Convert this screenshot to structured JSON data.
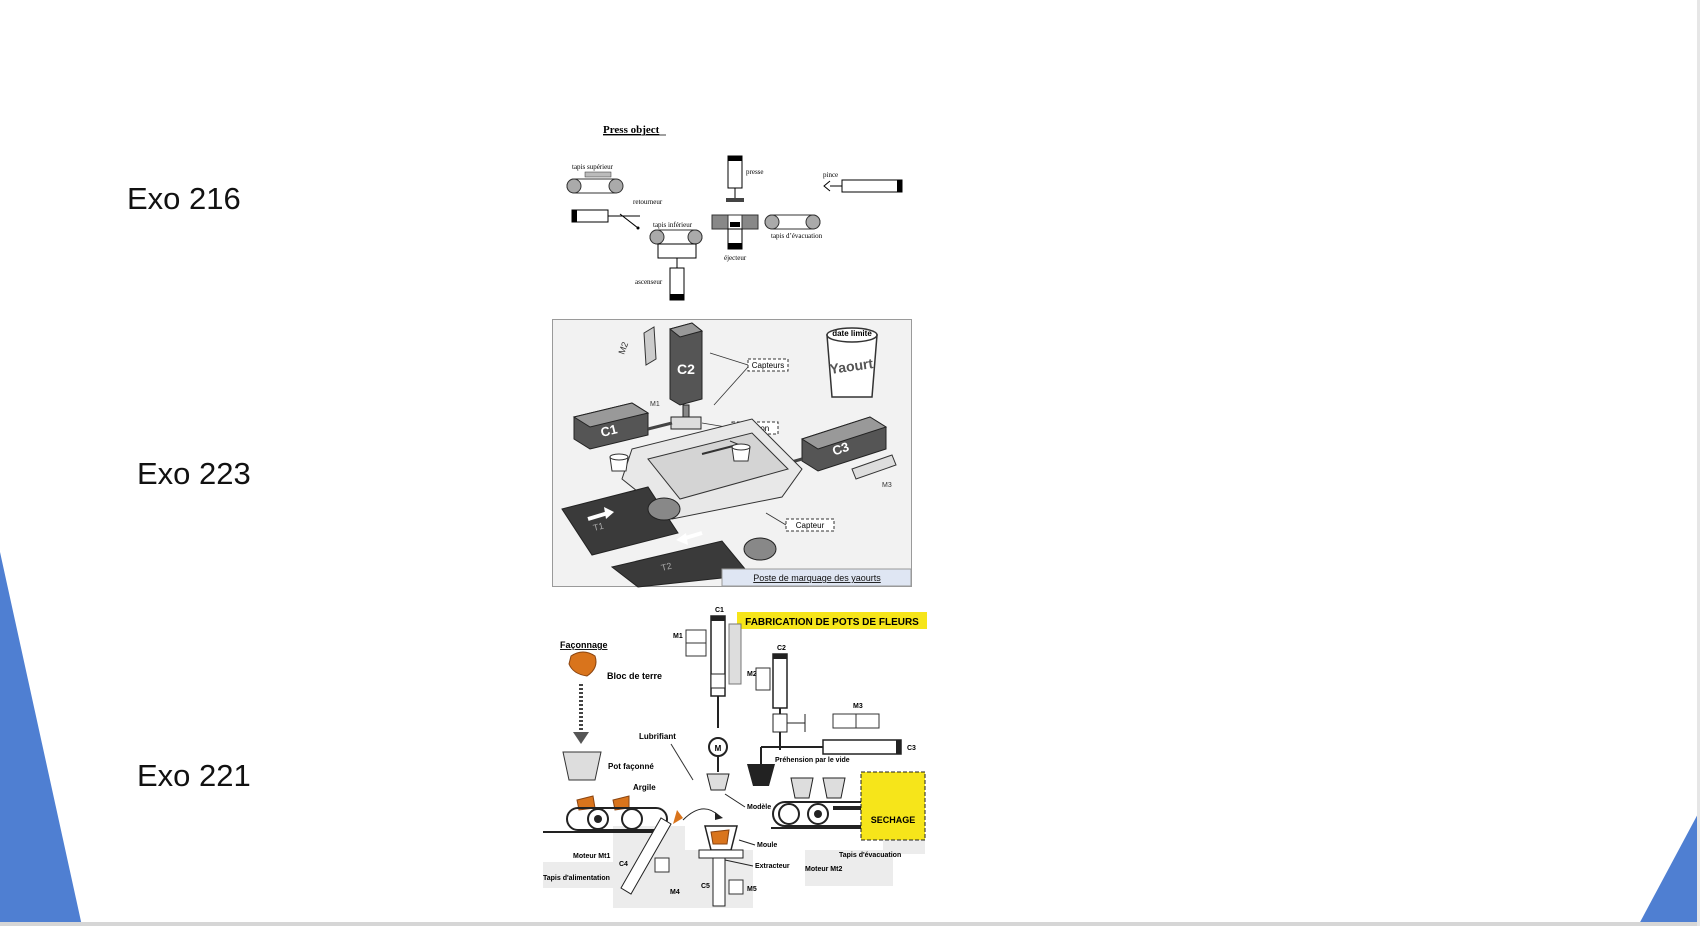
{
  "slide": {
    "accent_color": "#4f7fd2",
    "labels": {
      "exo_216": "Exo 216",
      "exo_223": "Exo 223",
      "exo_221": "Exo 221"
    }
  },
  "figure_press": {
    "title": "Press object",
    "tapis_superieur": "tapis supérieur",
    "retourneur": "retourneur",
    "tapis_inferieur": "tapis inférieur",
    "presse": "presse",
    "ejecteur": "éjecteur",
    "ascenseur": "ascenseur",
    "pince": "pince",
    "tapis_evacuation": "tapis d’évacuation"
  },
  "figure_yaourts": {
    "caption": "Poste de marquage des yaourts",
    "c1": "C1",
    "c2": "C2",
    "c3": "C3",
    "capteurs": "Capteurs",
    "tampon": "Tampon",
    "capteur": "Capteur",
    "t1": "T1",
    "t2": "T2",
    "pot_top": "date limite",
    "pot_brand": "Yaourt"
  },
  "figure_pots": {
    "title": "FABRICATION DE POTS DE FLEURS",
    "faconnage": "Façonnage",
    "bloc_de_terre": "Bloc de terre",
    "lubrifiant": "Lubrifiant",
    "pot_faconne": "Pot façonné",
    "argile": "Argile",
    "modele": "Modèle",
    "moule": "Moule",
    "extracteur": "Extracteur",
    "moteur_mt1": "Moteur Mt1",
    "tapis_alimentation": "Tapis d'alimentation",
    "moteur_mt2": "Moteur Mt2",
    "tapis_evacuation": "Tapis d'évacuation",
    "prehension": "Préhension par le vide",
    "sechage": "SECHAGE",
    "c1": "C1",
    "c2": "C2",
    "c3": "C3",
    "c4": "C4",
    "c5": "C5",
    "m1": "M1",
    "m2": "M2",
    "m3": "M3",
    "m4": "M4",
    "m5": "M5",
    "m": "M"
  }
}
